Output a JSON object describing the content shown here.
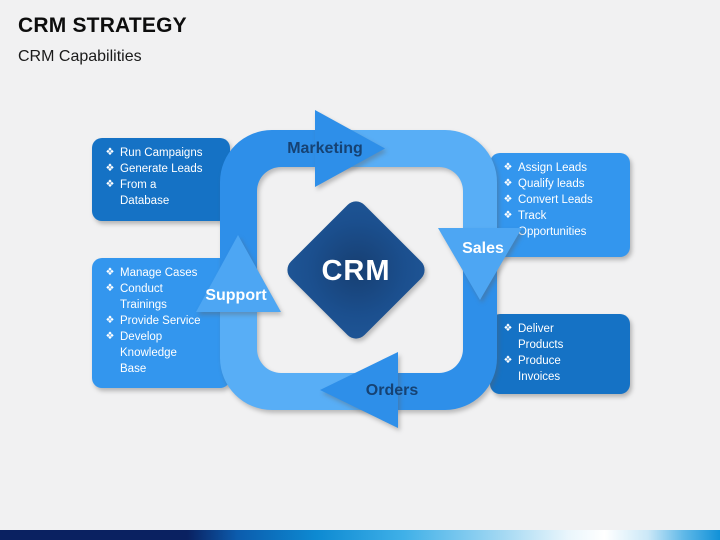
{
  "slide": {
    "title": "CRM STRATEGY",
    "subtitle": "CRM Capabilities"
  },
  "diagram": {
    "center_label": "CRM",
    "bullet_glyph": "❖",
    "arrows": {
      "marketing": "Marketing",
      "sales": "Sales",
      "orders": "Orders",
      "support": "Support"
    },
    "boxes": {
      "marketing": {
        "items": [
          "Run Campaigns",
          "Generate Leads",
          "From a\nDatabase"
        ]
      },
      "sales": {
        "items": [
          "Assign Leads",
          "Qualify leads",
          "Convert Leads",
          "Track\nOpportunities"
        ]
      },
      "support": {
        "items": [
          "Manage Cases",
          "Conduct\nTrainings",
          "Provide Service",
          "Develop\nKnowledge\nBase"
        ]
      },
      "orders": {
        "items": [
          "Deliver\nProducts",
          "Produce\nInvoices"
        ]
      }
    },
    "colors": {
      "band_medium": "#2E8FE9",
      "band_light": "#58AEF6",
      "arrow_light": "#4DA6F3",
      "box_dark": "#1572C5",
      "box_bright": "#3396EE",
      "diamond": "#1B4F8E",
      "label_dark": "#164273",
      "label_light": "#FFFFFF",
      "footer_navy": "#0A2161",
      "footer_blue": "#1191D8"
    }
  }
}
